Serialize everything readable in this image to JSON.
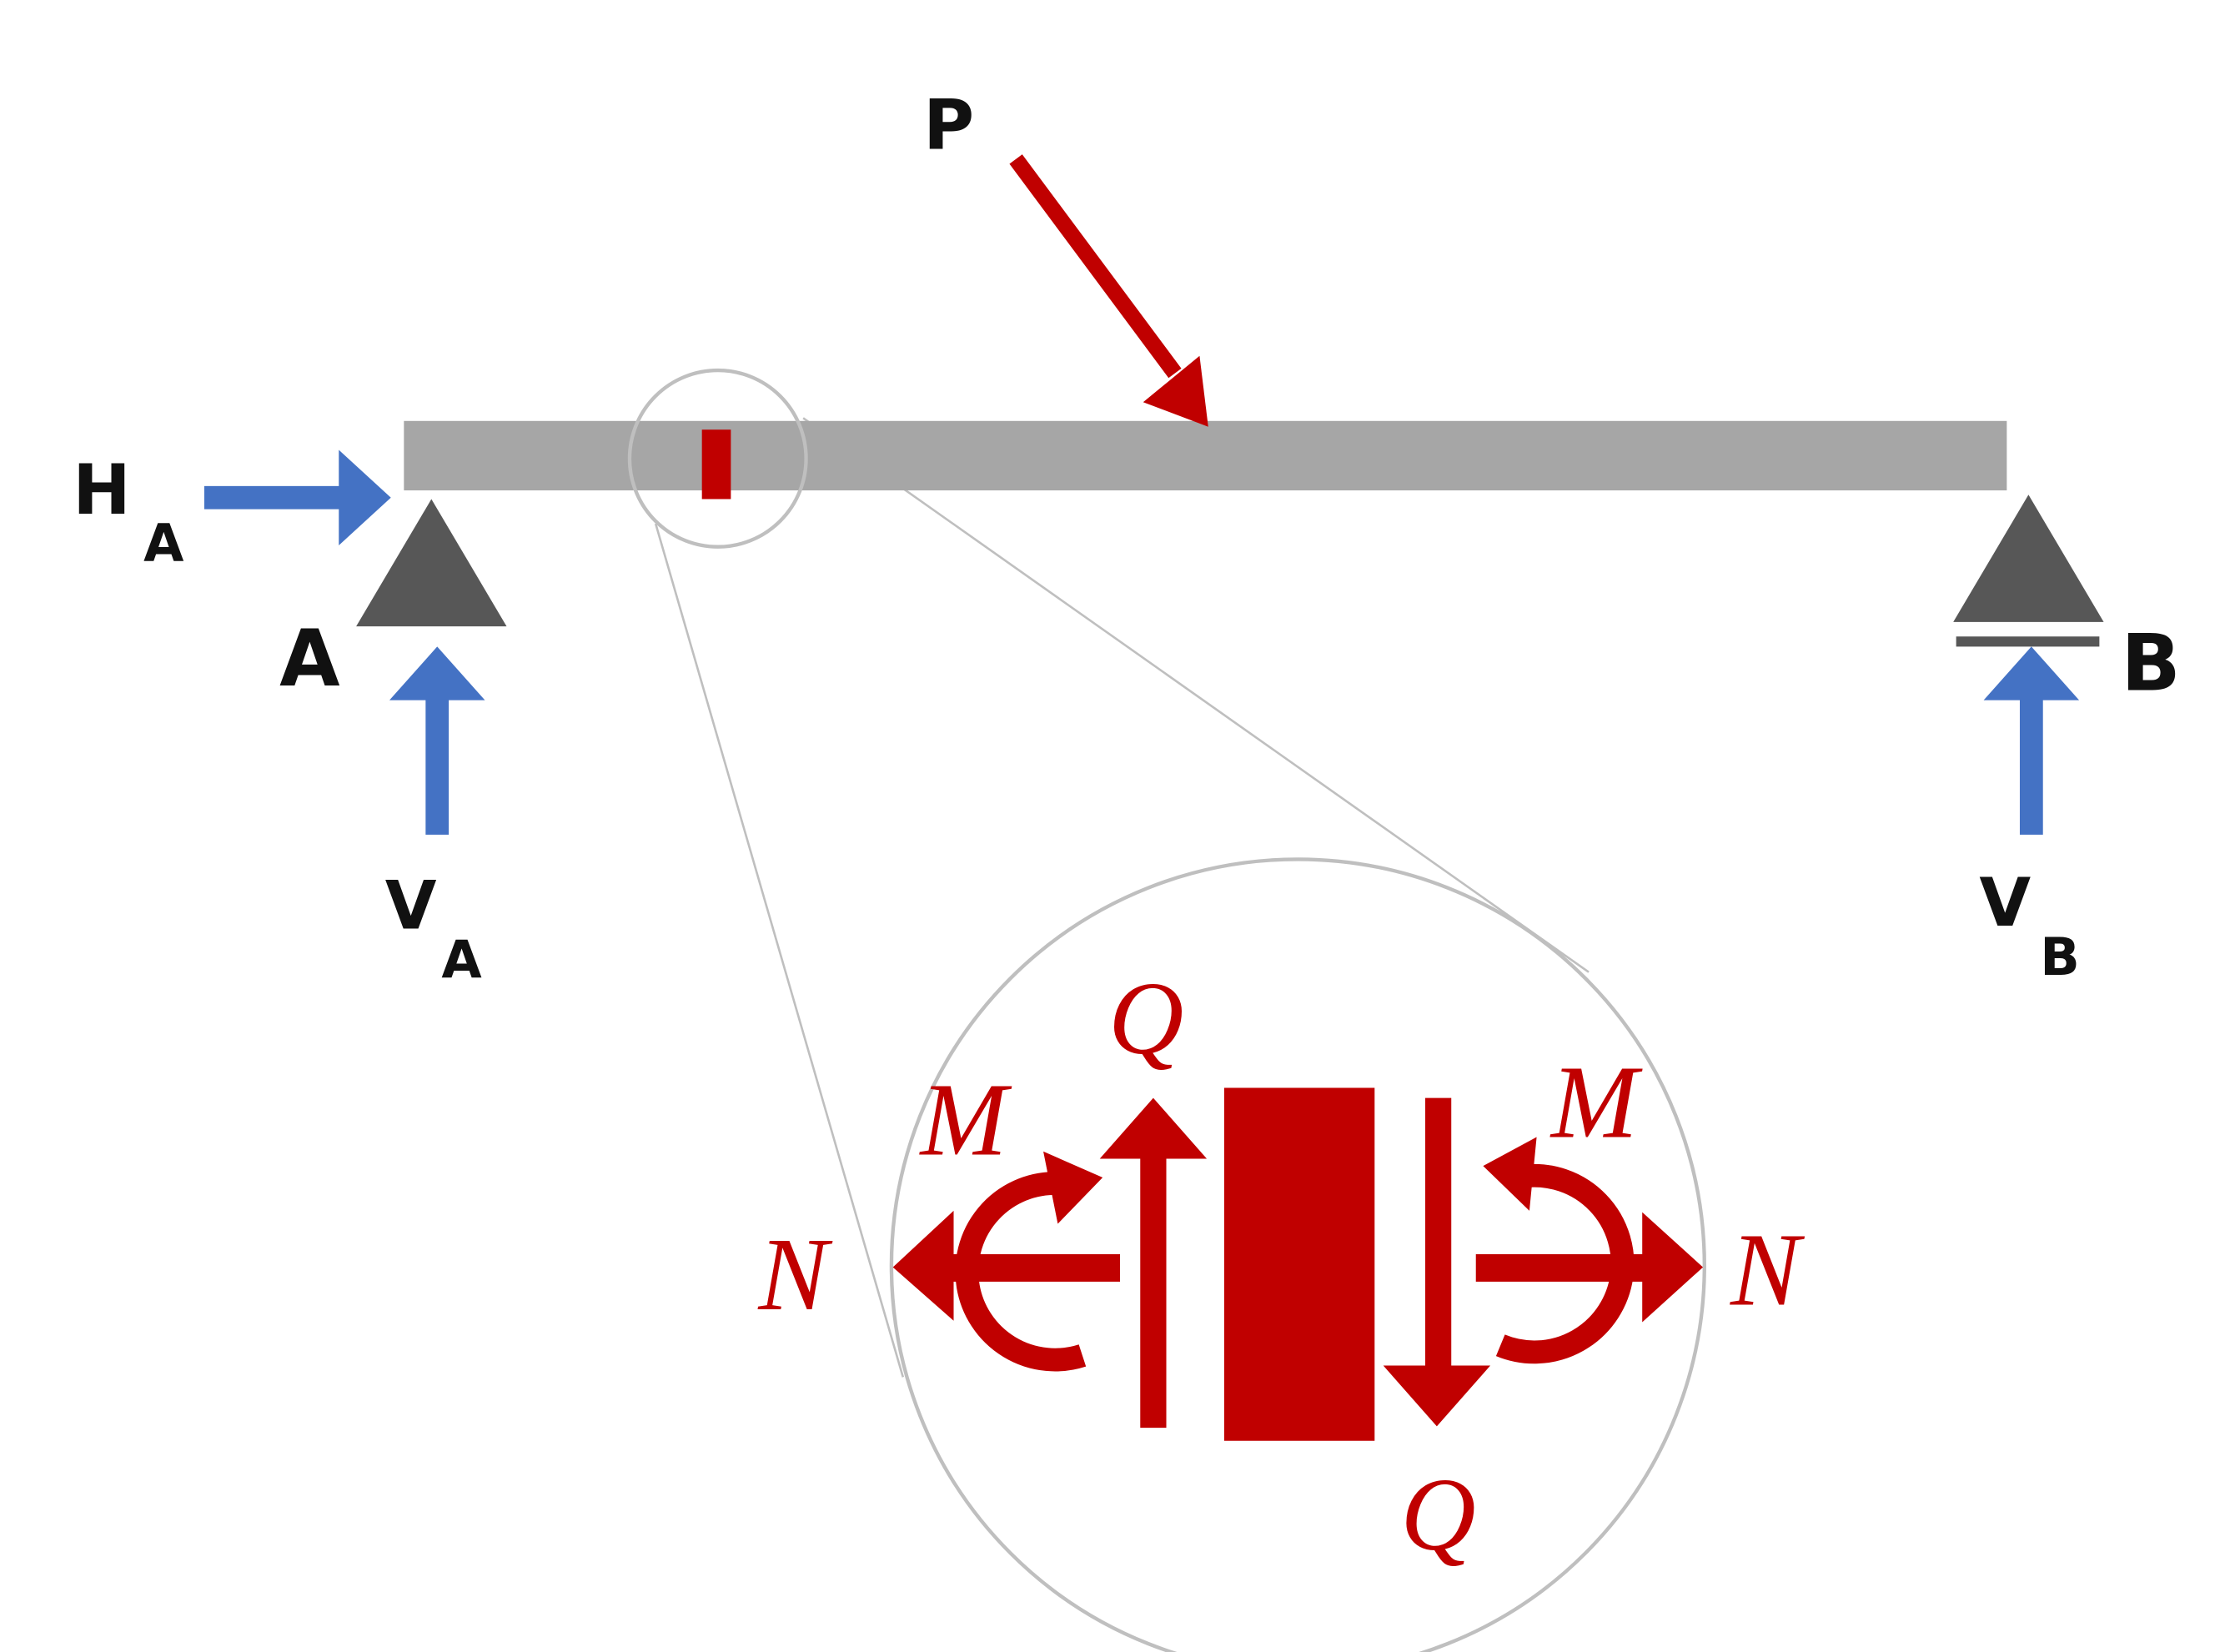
{
  "colors": {
    "beam": "#a6a6a6",
    "support": "#575757",
    "reaction": "#4472c4",
    "force": "#c00000",
    "zoom": "#bfbfbf",
    "text": "#111111"
  },
  "labels": {
    "load": "P",
    "support_a": "A",
    "support_b": "B",
    "h_a_main": "H",
    "h_a_sub": "A",
    "v_a_main": "V",
    "v_a_sub": "A",
    "v_b_main": "V",
    "v_b_sub": "B"
  },
  "internal_forces": {
    "axial": "N",
    "shear": "Q",
    "moment": "M"
  }
}
